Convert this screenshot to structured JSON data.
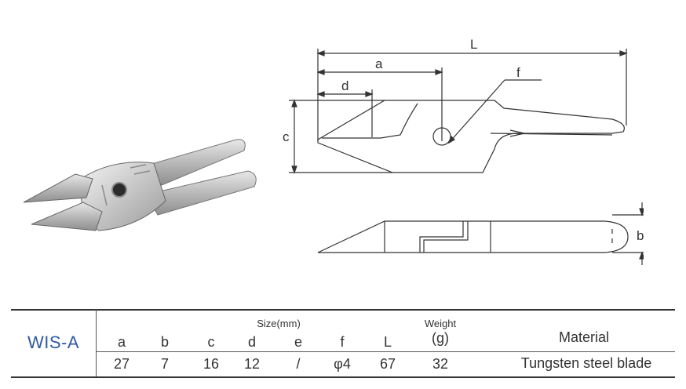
{
  "drawing": {
    "labels": {
      "L": "L",
      "a": "a",
      "d": "d",
      "f": "f",
      "c": "c",
      "b": "b"
    }
  },
  "table": {
    "model": "WIS-A",
    "size_group_label": "Size(mm)",
    "weight_label": "Weight",
    "material_label": "Material",
    "columns": [
      "a",
      "b",
      "c",
      "d",
      "e",
      "f",
      "L",
      "(g)"
    ],
    "values": [
      "27",
      "7",
      "16",
      "12",
      "/",
      "φ4",
      "67",
      "32"
    ],
    "material_value": "Tungsten steel blade"
  },
  "colors": {
    "model_text": "#2f5aa3",
    "line": "#333333"
  }
}
